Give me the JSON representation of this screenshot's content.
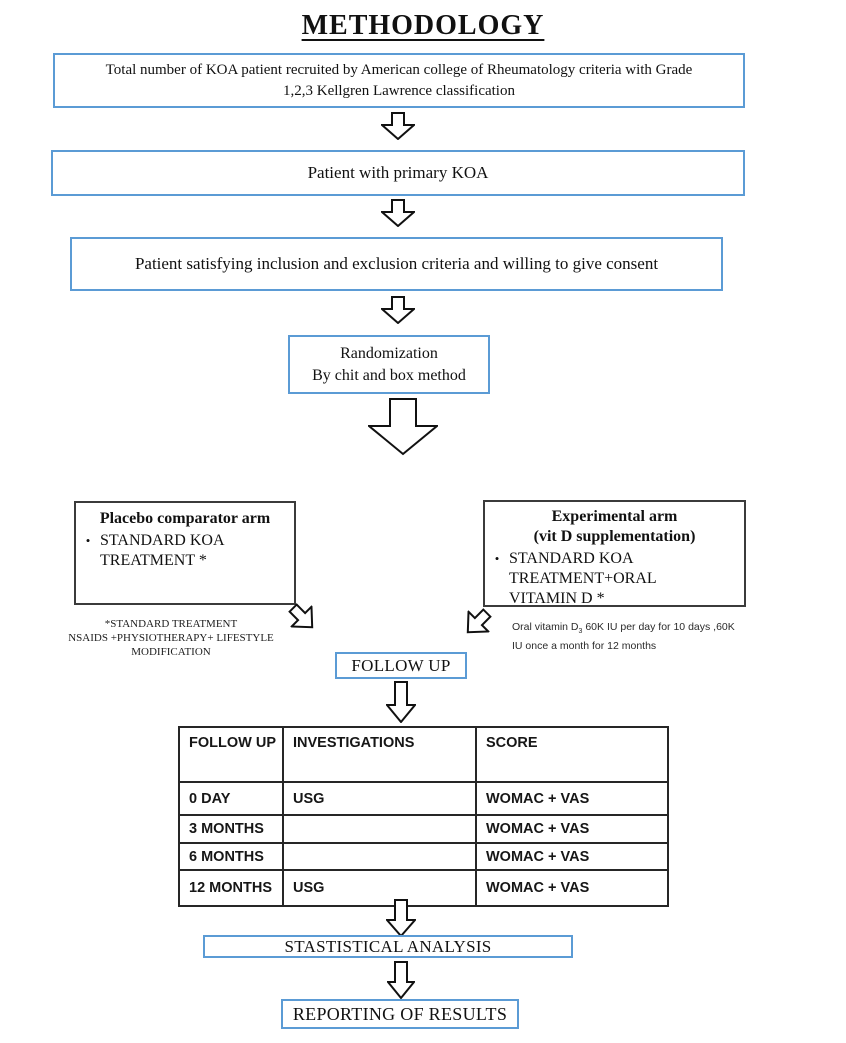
{
  "title": "METHODOLOGY",
  "flow": {
    "box1": {
      "line1": "Total number of KOA patient recruited by American college of Rheumatology criteria with Grade",
      "line2": "1,2,3 Kellgren Lawrence classification"
    },
    "box2": "Patient with primary KOA",
    "box3": "Patient satisfying inclusion and exclusion criteria and willing to give consent",
    "randomization": {
      "line1": "Randomization",
      "line2": "By chit and box method"
    },
    "placebo_arm": {
      "title": "Placebo comparator arm",
      "bullet_lines": [
        "STANDARD KOA",
        "TREATMENT *"
      ]
    },
    "experimental_arm": {
      "title_line1": "Experimental arm",
      "title_line2": "(vit D supplementation)",
      "bullet_lines": [
        "STANDARD KOA",
        "TREATMENT+ORAL",
        "VITAMIN D *"
      ]
    },
    "placebo_note": {
      "lines": [
        "*STANDARD TREATMENT",
        "NSAIDS +PHYSIOTHERAPY+ LIFESTYLE",
        "MODIFICATION"
      ]
    },
    "experimental_note": {
      "line1_prefix": "Oral vitamin D",
      "line1_sub": "3",
      "line1_suffix": " 60K IU per day for 10 days ,60K",
      "line2": "IU once a month for 12 months"
    },
    "follow_up": "FOLLOW UP",
    "statistical": "STASTISTICAL ANALYSIS",
    "reporting": "REPORTING OF RESULTS"
  },
  "table": {
    "headers": [
      "FOLLOW UP",
      "INVESTIGATIONS",
      "SCORE"
    ],
    "rows": [
      [
        "0 DAY",
        "USG",
        "WOMAC + VAS"
      ],
      [
        "3 MONTHS",
        "",
        "WOMAC + VAS"
      ],
      [
        "6 MONTHS",
        "",
        "WOMAC + VAS"
      ],
      [
        "12 MONTHS",
        "USG",
        "WOMAC + VAS"
      ]
    ]
  },
  "colors": {
    "accent_blue": "#5B9BD5",
    "box_border_dark": "#3b3b3b",
    "table_border": "#262626",
    "text": "#111111"
  }
}
